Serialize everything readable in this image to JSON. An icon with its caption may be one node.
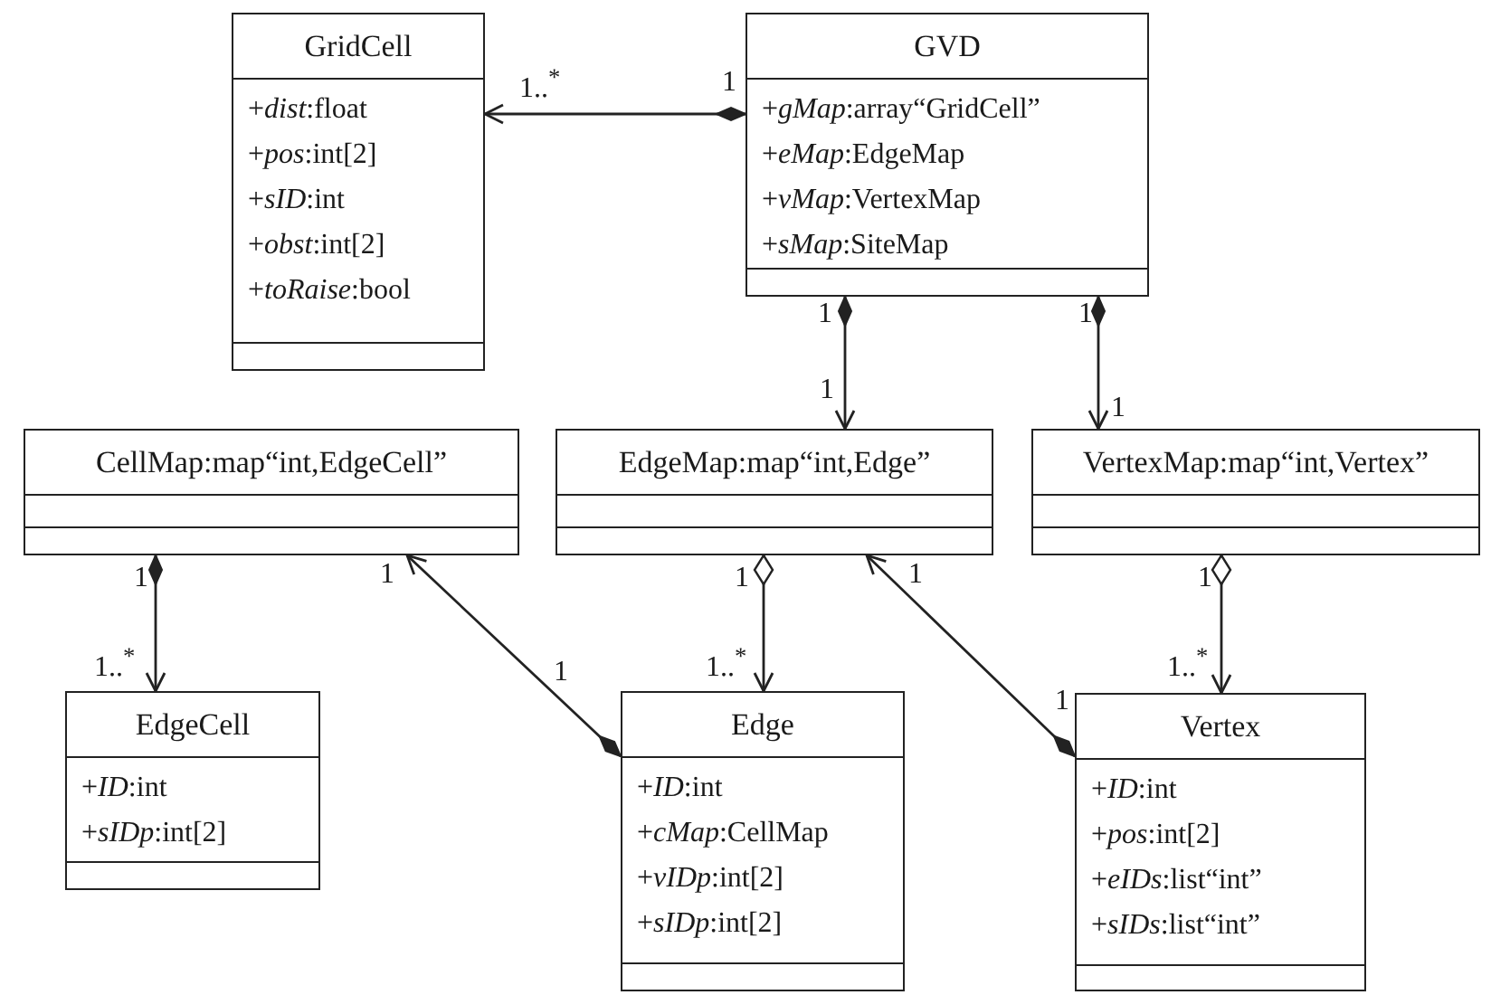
{
  "diagram": {
    "nodes": [
      {
        "text": [
          "GridCell",
          "+*dist*:float",
          "+*pos*:int[2]",
          "+*sID*:int",
          "+*obst*:int[2]",
          "+*toRaise*:bool"
        ]
      },
      {
        "text": [
          "GVD",
          "+*gMap*:array“GridCell”",
          "+*eMap*:EdgeMap",
          "+*vMap*:VertexMap",
          "+*sMap*:SiteMap"
        ]
      },
      {
        "text": [
          "CellMap:map“int,EdgeCell”"
        ]
      },
      {
        "text": [
          "EdgeMap:map“int,Edge”"
        ]
      },
      {
        "text": [
          "VertexMap:map“int,Vertex”"
        ]
      },
      {
        "text": [
          "EdgeCell",
          "+*ID*:int",
          "+*sIDp*:int[2]"
        ]
      },
      {
        "text": [
          "Edge",
          "+*ID*:int",
          "+*cMap*:CellMap",
          "+*vIDp*:int[2]",
          "+*sIDp*:int[2]"
        ]
      },
      {
        "text": [
          "Vertex",
          "+*ID*:int",
          "+*pos*:int[2]",
          "+*eIDs*:list“int”",
          "+*sIDs*:list“int”"
        ]
      }
    ],
    "edges": [
      {
        "from": 1,
        "to": 0,
        "arrow": "to"
      },
      {
        "from": 1,
        "to": 3,
        "arrow": "to"
      },
      {
        "from": 1,
        "to": 4,
        "arrow": "to"
      },
      {
        "from": 2,
        "to": 5,
        "arrow": "to"
      },
      {
        "from": 6,
        "to": 2,
        "arrow": "to"
      },
      {
        "from": 3,
        "to": 6,
        "arrow": "to"
      },
      {
        "from": 7,
        "to": 3,
        "arrow": "to"
      },
      {
        "from": 4,
        "to": 7,
        "arrow": "to"
      }
    ],
    "labels": [
      "1..$^{*}$",
      "1",
      "1",
      "1",
      "1",
      "1",
      "1",
      "1",
      "1",
      "1",
      "1",
      "1..$^{*}$",
      "1",
      "1..$^{*}$",
      "1..$^{*}$",
      "1"
    ]
  }
}
